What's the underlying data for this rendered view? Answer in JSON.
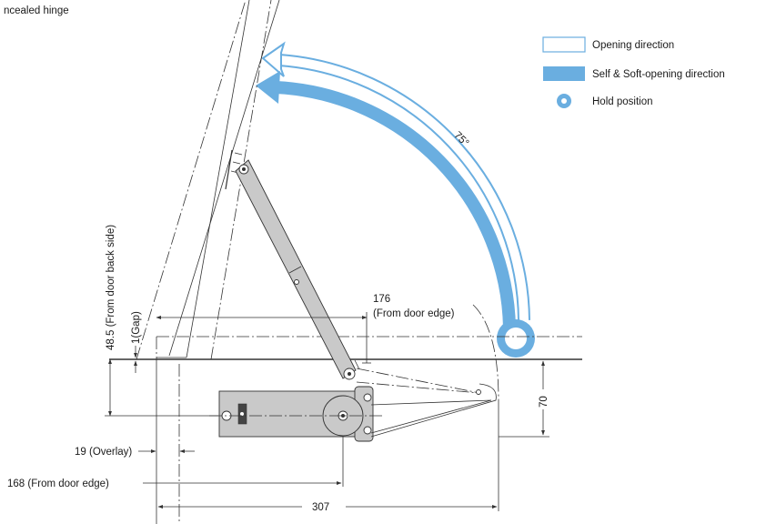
{
  "title": "ncealed hinge",
  "legend": {
    "opening": "Opening direction",
    "self_soft": "Self & Soft-opening direction",
    "hold": "Hold position"
  },
  "angle_label": "75°",
  "dims": {
    "d176": "176",
    "d176_note": "(From door edge)",
    "d48": "48.5 (From door back side)",
    "gap": "1(Gap)",
    "d70": "70",
    "overlay": "19 (Overlay)",
    "d168": "168 (From door edge)",
    "d307": "307"
  },
  "colors": {
    "arrow_fill": "#6aaee0",
    "arrow_outline": "#6aaee0",
    "part_fill": "#c9c9c9"
  }
}
